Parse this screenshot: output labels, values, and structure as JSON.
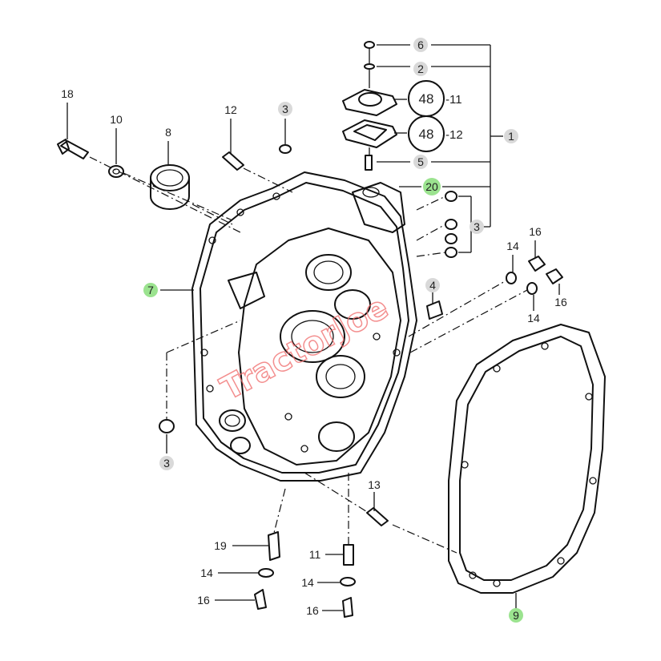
{
  "diagram": {
    "watermark_text": "TractorJoe",
    "callouts": {
      "p6": "6",
      "p2": "2",
      "p1": "1",
      "p5": "5",
      "p20": "20",
      "p3_right": "3",
      "p48_top": "48",
      "p11_suffix": "-11",
      "p48_bottom": "48",
      "p12_suffix": "-12",
      "p18": "18",
      "p10": "10",
      "p8": "8",
      "p12": "12",
      "p3_top": "3",
      "p7": "7",
      "p3_bottom": "3",
      "p4": "4",
      "p14_right_top": "14",
      "p16_right_top": "16",
      "p16_right_mid": "16",
      "p14_right_mid": "14",
      "p13": "13",
      "p19": "19",
      "p11": "11",
      "p14_left": "14",
      "p14_mid": "14",
      "p16_left": "16",
      "p16_mid": "16",
      "p9": "9"
    },
    "colors": {
      "highlight": "#9be38f",
      "bubble": "#d9d9d9",
      "watermark": "#f06a6a"
    }
  }
}
